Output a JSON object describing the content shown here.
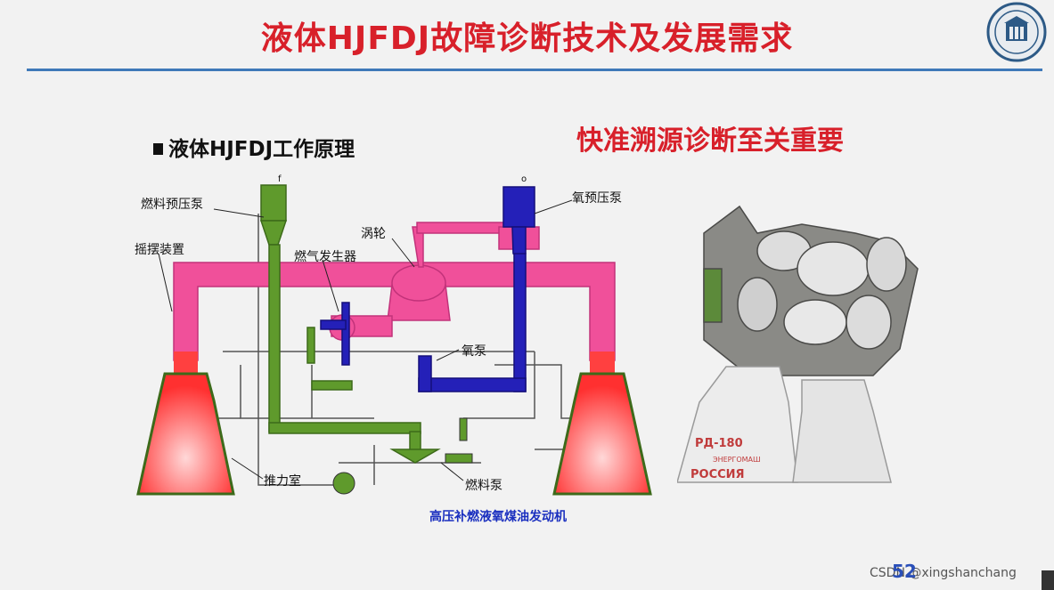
{
  "slide": {
    "title": "液体HJFDJ故障诊断技术及发展需求",
    "subtitle": "液体HJFDJ工作原理",
    "tagline": "快准溯源诊断至关重要",
    "page_number": "52",
    "watermark": "CSDN @xingshanchang"
  },
  "diagram": {
    "caption": "高压补燃液氧煤油发动机",
    "labels": {
      "fuel_prepump": "燃料预压泵",
      "gimbal": "摇摆装置",
      "gas_generator": "燃气发生器",
      "turbine": "涡轮",
      "oxidizer_prepump": "氧预压泵",
      "oxygen_pump": "氧泵",
      "thrust_chamber": "推力室",
      "fuel_pump": "燃料泵"
    },
    "port_marks": {
      "fuel_inlet": "f",
      "oxidizer_inlet": "o"
    },
    "colors": {
      "hot_gas": "#f0509a",
      "fuel_line": "#5f9a2c",
      "oxidizer_line": "#2420b8",
      "nozzle_glow": "#ff3030"
    }
  },
  "photo": {
    "engine_marking_1": "РД-180",
    "engine_marking_2": "ЭНЕРГОМАШ",
    "engine_marking_3": "РОССИЯ"
  },
  "emblem": {
    "icon": "university-seal-icon"
  }
}
